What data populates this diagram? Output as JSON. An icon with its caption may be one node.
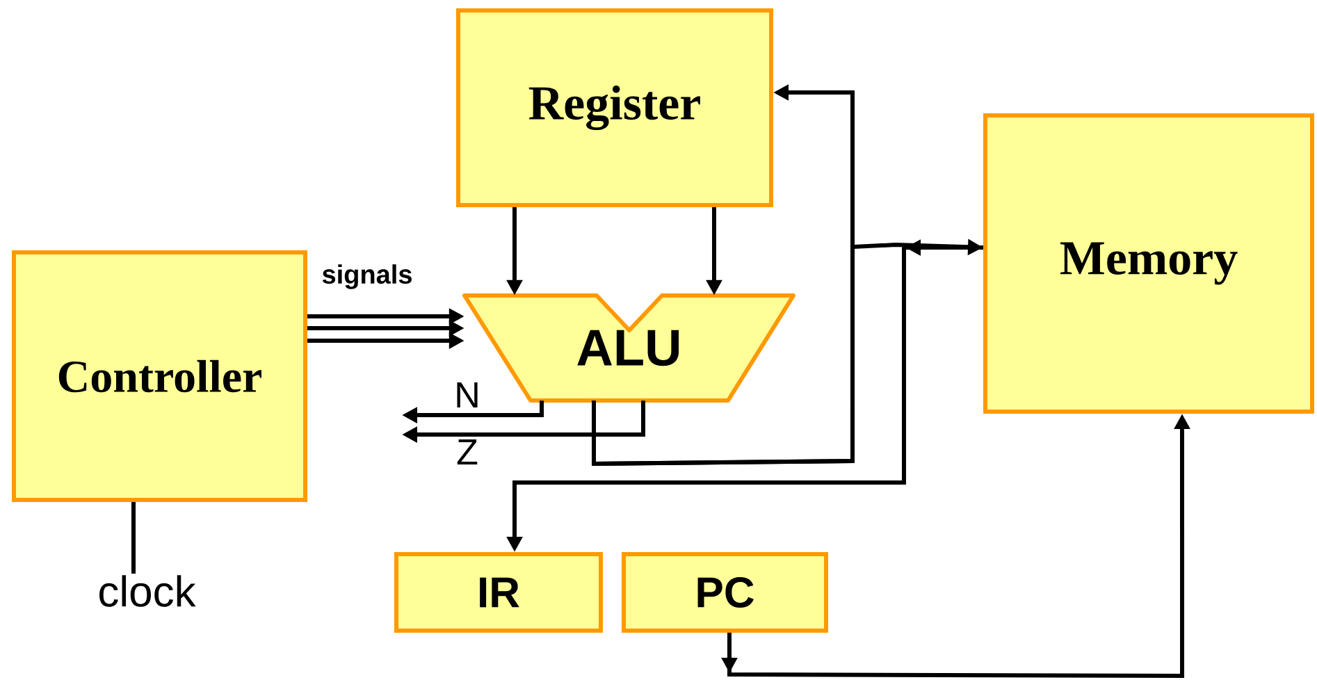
{
  "diagram": {
    "nodes": [
      {
        "text": [
          "Register"
        ]
      },
      {
        "text": [
          "Memory"
        ]
      },
      {
        "text": [
          "Controller"
        ]
      },
      {
        "text": [
          "ALU"
        ]
      },
      {
        "text": [
          "IR"
        ]
      },
      {
        "text": [
          "PC"
        ]
      },
      {
        "text": [
          "clock"
        ]
      }
    ],
    "edges": [
      {
        "from": 0,
        "to": 3,
        "arrow": "to"
      },
      {
        "from": 0,
        "to": 3,
        "arrow": "to"
      },
      {
        "from": 2,
        "to": 3,
        "arrow": "to"
      },
      {
        "from": 2,
        "to": 3,
        "arrow": "to"
      },
      {
        "from": 2,
        "to": 3,
        "arrow": "to"
      },
      {
        "from": 3,
        "to": null,
        "arrow": "to",
        "label": "N"
      },
      {
        "from": 3,
        "to": null,
        "arrow": "to",
        "label": "Z"
      },
      {
        "from": 3,
        "to": 0,
        "arrow": "to"
      },
      {
        "from": 3,
        "to": 1,
        "arrow": "to"
      },
      {
        "from": 1,
        "to": 4,
        "arrow": "to"
      },
      {
        "from": 5,
        "to": 1,
        "arrow": "to"
      },
      {
        "from": 6,
        "to": 2,
        "arrow": "none"
      }
    ],
    "labels": [
      "signals"
    ]
  }
}
